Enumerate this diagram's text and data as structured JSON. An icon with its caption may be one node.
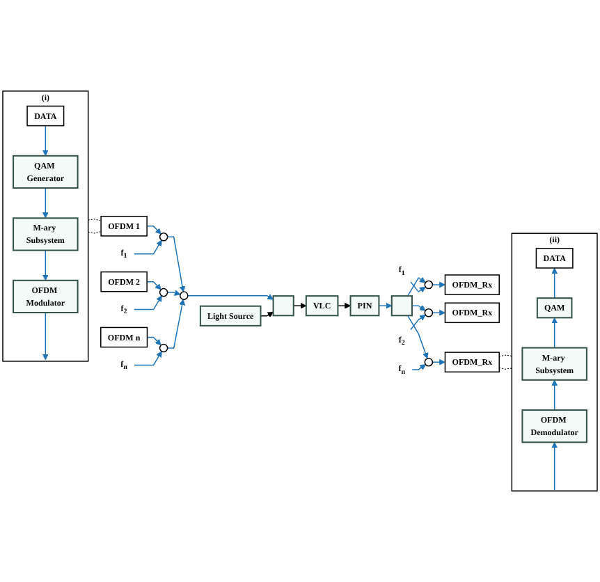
{
  "diagram": {
    "nodes": [
      {
        "text": [
          "(i)"
        ]
      },
      {
        "text": [
          "DATA"
        ],
        "in": 0
      },
      {
        "text": [
          "QAM Generator"
        ],
        "in": 0
      },
      {
        "text": [
          "M-ary Subsystem"
        ],
        "in": 0
      },
      {
        "text": [
          "OFDM Modulator"
        ],
        "in": 0
      },
      {
        "text": [
          "OFDM 1"
        ]
      },
      {
        "text": [],
        "shape": "circle"
      },
      {
        "text": [
          "f$_{1}$"
        ]
      },
      {
        "text": [
          "OFDM 2"
        ]
      },
      {
        "text": [],
        "shape": "circle"
      },
      {
        "text": [
          "f$_{2}$"
        ]
      },
      {
        "text": [
          "OFDM n"
        ]
      },
      {
        "text": [],
        "shape": "circle"
      },
      {
        "text": [
          "f$_{n}$"
        ]
      },
      {
        "text": [],
        "shape": "circle"
      },
      {
        "text": [],
        "shape": "box"
      },
      {
        "text": [
          "Light Source"
        ]
      },
      {
        "text": [
          "VLC"
        ]
      },
      {
        "text": [
          "PIN"
        ]
      },
      {
        "text": [],
        "shape": "box"
      },
      {
        "text": [],
        "shape": "circle"
      },
      {
        "text": [
          "OFDM_Rx"
        ]
      },
      {
        "text": [
          "f$_{1}$"
        ]
      },
      {
        "text": [],
        "shape": "circle"
      },
      {
        "text": [
          "OFDM_Rx"
        ]
      },
      {
        "text": [
          "f$_{2}$"
        ]
      },
      {
        "text": [],
        "shape": "circle"
      },
      {
        "text": [
          "OFDM_Rx"
        ]
      },
      {
        "text": [
          "f$_{n}$"
        ]
      },
      {
        "text": [
          "(ii)"
        ]
      },
      {
        "text": [
          "DATA"
        ],
        "in": 29
      },
      {
        "text": [
          "QAM"
        ],
        "in": 29
      },
      {
        "text": [
          "M-ary Subsystem"
        ],
        "in": 29
      },
      {
        "text": [
          "OFDM Demodulator"
        ],
        "in": 29
      }
    ],
    "edges": [
      {
        "from": 1,
        "to": 2,
        "arrow": "to"
      },
      {
        "from": 2,
        "to": 3,
        "arrow": "to"
      },
      {
        "from": 3,
        "to": 4,
        "arrow": "to"
      },
      {
        "from": 4,
        "to": 0,
        "arrow": "to"
      },
      {
        "from": 0,
        "to": 5,
        "arrow": "none",
        "style": "dashed",
        "color": "#000000"
      },
      {
        "from": 0,
        "to": 5,
        "arrow": "none",
        "style": "dashed",
        "color": "#000000"
      },
      {
        "from": 5,
        "to": 6,
        "arrow": "to"
      },
      {
        "from": 7,
        "to": 6,
        "arrow": "to"
      },
      {
        "from": 6,
        "to": 14,
        "arrow": "to"
      },
      {
        "from": 8,
        "to": 9,
        "arrow": "to"
      },
      {
        "from": 10,
        "to": 9,
        "arrow": "to"
      },
      {
        "from": 9,
        "to": 14,
        "arrow": "to"
      },
      {
        "from": 11,
        "to": 12,
        "arrow": "to"
      },
      {
        "from": 13,
        "to": 12,
        "arrow": "to"
      },
      {
        "from": 12,
        "to": 14,
        "arrow": "to"
      },
      {
        "from": 14,
        "to": 15,
        "arrow": "to"
      },
      {
        "from": 16,
        "to": 15,
        "arrow": "to",
        "color": "#000000"
      },
      {
        "from": 15,
        "to": 17,
        "arrow": "to",
        "color": "#000000"
      },
      {
        "from": 17,
        "to": 18,
        "arrow": "to",
        "color": "#000000"
      },
      {
        "from": 18,
        "to": 19,
        "arrow": "to"
      },
      {
        "from": 19,
        "to": 20,
        "arrow": "to"
      },
      {
        "from": 22,
        "to": 20,
        "arrow": "to"
      },
      {
        "from": 20,
        "to": 21,
        "arrow": "to"
      },
      {
        "from": 19,
        "to": 23,
        "arrow": "to"
      },
      {
        "from": 25,
        "to": 23,
        "arrow": "to"
      },
      {
        "from": 23,
        "to": 24,
        "arrow": "to"
      },
      {
        "from": 19,
        "to": 26,
        "arrow": "to"
      },
      {
        "from": 28,
        "to": 26,
        "arrow": "to"
      },
      {
        "from": 26,
        "to": 27,
        "arrow": "to"
      },
      {
        "from": 27,
        "to": 29,
        "arrow": "none",
        "style": "dashed",
        "color": "#000000"
      },
      {
        "from": 27,
        "to": 29,
        "arrow": "none",
        "style": "dashed",
        "color": "#000000"
      },
      {
        "from": 29,
        "to": 33,
        "arrow": "to"
      },
      {
        "from": 33,
        "to": 32,
        "arrow": "to"
      },
      {
        "from": 32,
        "to": 31,
        "arrow": "to"
      },
      {
        "from": 31,
        "to": 30,
        "arrow": "to"
      }
    ]
  }
}
